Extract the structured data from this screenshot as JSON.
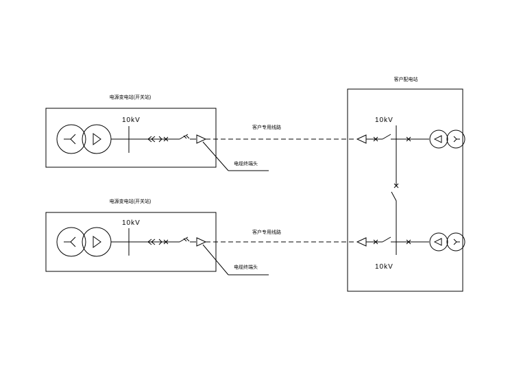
{
  "source_station_1": {
    "title": "电源变电站(开关站)",
    "voltage": "10kV",
    "cable_head_label": "电缆终端头"
  },
  "source_station_2": {
    "title": "电源变电站(开关站)",
    "voltage": "10kV",
    "cable_head_label": "电缆终端头"
  },
  "line_1": {
    "label": "客户专用线路"
  },
  "line_2": {
    "label": "客户专用线路"
  },
  "customer_station": {
    "title": "客户配电站",
    "voltage_top": "10kV",
    "voltage_bottom": "10kV"
  },
  "icons": [
    "transformer-icon",
    "disconnect-switch-icon",
    "breaker-cross-icon",
    "cable-termination-icon",
    "plug-socket-icon"
  ]
}
